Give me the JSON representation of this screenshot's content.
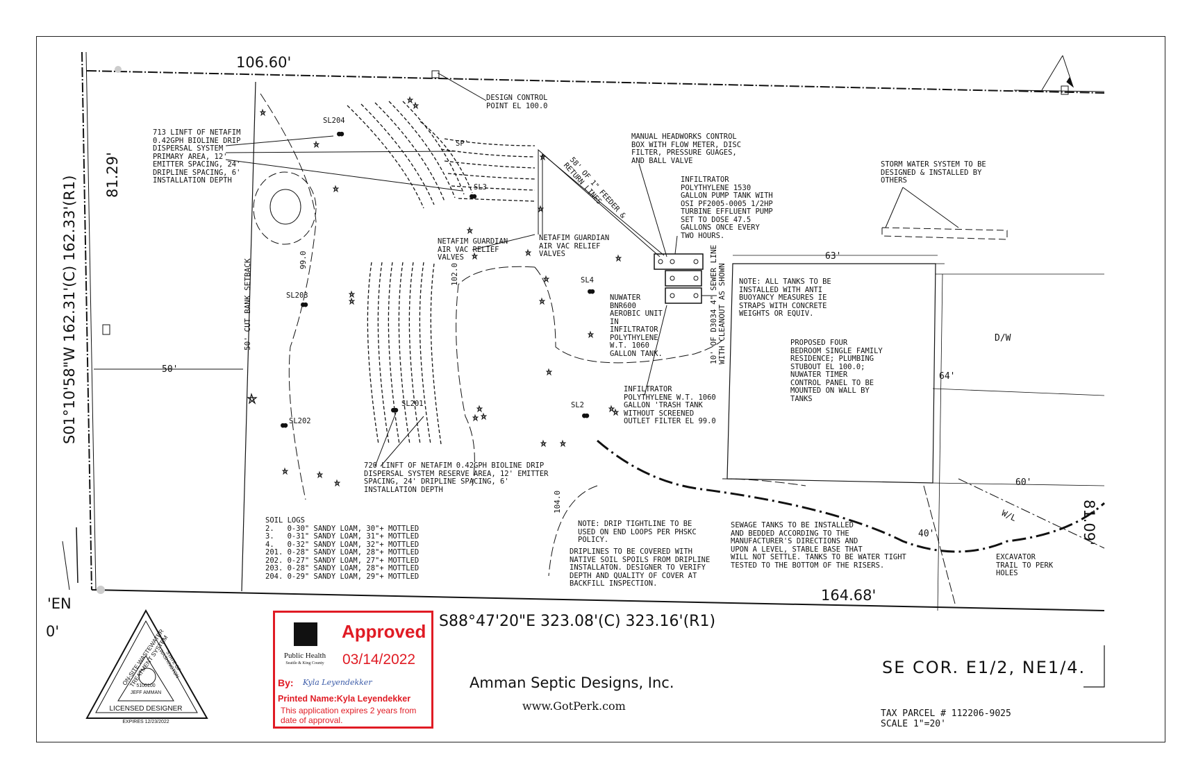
{
  "boundary": {
    "north_dim": "106.60'",
    "west_bearing": "S01°10'58\"W 162.31'(C) 162.33'(R1)",
    "west_dim": "81.29'",
    "south_bearing": "S88°47'20\"E 323.08'(C) 323.16'(R1)",
    "south_dim": "164.68'",
    "east_dim": "81.09'",
    "corner_label": "SE COR. E1/2, NE1/4.",
    "sw_fragment_1": "'EN",
    "sw_fragment_2": "0'"
  },
  "dimensions": {
    "setback_50": "50'",
    "house_width": "63'",
    "house_depth": "64'",
    "house_south": "60'",
    "tank_offset": "40'",
    "dim_10": "10'",
    "feeder_sp": "SP'"
  },
  "contours": {
    "c99": "99.0",
    "c102": "102.0",
    "c104": "104.0"
  },
  "setback_label": "50' CUT BANK SETBACK",
  "feeder_label": "58' OF 1\" FEEDER &\nRETURN LINES",
  "sewer_label": "10' OF D3034 4\" SEWER LINE\nWITH CLEANOUT AS SHOWN",
  "notes": {
    "design_control": "DESIGN CONTROL\nPOINT EL 100.0",
    "primary_area": "713 LINFT OF NETAFIM\n0.42GPH BIOLINE DRIP\nDISPERSAL SYSTEM\nPRIMARY AREA, 12'\nEMITTER SPACING, 24'\nDRIPLINE SPACING, 6'\nINSTALLATION DEPTH",
    "headworks": "MANUAL HEADWORKS CONTROL\nBOX WITH FLOW METER, DISC\nFILTER, PRESSURE GUAGES,\nAND BALL VALVE",
    "pump_tank": "INFILTRATOR\nPOLYTHYLENE 1530\nGALLON PUMP TANK WITH\nOSI PF2005-0005 1/2HP\nTURBINE EFFLUENT PUMP\nSET TO DOSE 47.5\nGALLONS ONCE EVERY\nTWO HOURS.",
    "storm": "STORM WATER SYSTEM TO BE\nDESIGNED & INSTALLED BY\nOTHERS",
    "valves_left": "NETAFIM GUARDIAN\nAIR VAC RELIEF\nVALVES",
    "valves_right": "NETAFIM GUARDIAN\nAIR VAC RELIEF\nVALVES",
    "nuwater": "NUWATER\nBNR600\nAEROBIC UNIT\nIN\nINFILTRATOR\nPOLYTHYLENE\nW.T. 1060\nGALLON TANK.",
    "anti_buoyancy": "NOTE: ALL TANKS TO BE\nINSTALLED WITH ANTI\nBUOYANCY MEASURES IE\nSTRAPS WITH CONCRETE\nWEIGHTS OR EQUIV.",
    "residence": "PROPOSED FOUR\nBEDROOM SINGLE FAMILY\nRESIDENCE; PLUMBING\nSTUBOUT EL 100.0;\nNUWATER TIMER\nCONTROL PANEL TO BE\nMOUNTED ON WALL BY\nTANKS",
    "driveway": "D/W",
    "trash_tank": "INFILTRATOR\nPOLYTHYLENE W.T. 1060\nGALLON 'TRASH TANK\nWITHOUT SCREENED\nOUTLET FILTER EL 99.0",
    "reserve_area": "720 LINFT OF NETAFIM 0.42GPH BIOLINE DRIP\nDISPERSAL SYSTEM RESERVE AREA, 12' EMITTER\nSPACING, 24' DRIPLINE SPACING, 6'\nINSTALLATION DEPTH",
    "soil_logs": "SOIL LOGS\n2.   0-30\" SANDY LOAM, 30\"+ MOTTLED\n3.   0-31\" SANDY LOAM, 31\"+ MOTTLED\n4.   0-32\" SANDY LOAM, 32\"+ MOTTLED\n201. 0-28\" SANDY LOAM, 28\"+ MOTTLED\n202. 0-27\" SANDY LOAM, 27\"+ MOTTLED\n203. 0-28\" SANDY LOAM, 28\"+ MOTTLED\n204. 0-29\" SANDY LOAM, 29\"+ MOTTLED",
    "tightline": "NOTE: DRIP TIGHTLINE TO BE\nUSED ON END LOOPS PER PHSKC\nPOLICY.",
    "driplines_cover": "DRIPLINES TO BE COVERED WITH\nNATIVE SOIL SPOILS FROM DRIPLINE\nINSTALLATON. DESIGNER TO VERIFY\nDEPTH AND QUALITY OF COVER AT\nBACKFILL INSPECTION.",
    "sewage_tanks": "SEWAGE TANKS TO BE INSTALLED\nAND BEDDED ACCORDING TO THE\nMANUFACTURER'S DIRECTIONS AND\nUPON A LEVEL, STABLE BASE THAT\nWILL NOT SETTLE. TANKS TO BE WATER TIGHT\nTESTED TO THE BOTTOM OF THE RISERS.",
    "excavator": "EXCAVATOR\nTRAIL TO PERK\nHOLES",
    "water_line": "W/L"
  },
  "soil_log_markers": [
    "SL204",
    "SL3",
    "SL203",
    "SL4",
    "SL201",
    "SL2",
    "SL202"
  ],
  "stamp": {
    "agency": "Public Health",
    "agency_sub": "Seattle & King County",
    "status": "Approved",
    "date": "03/14/2022",
    "by_label": "By:",
    "signature": "Kyla Leyendekker",
    "printed_name": "Printed Name:Kyla Leyendekker",
    "expiry": "This application expires 2 years from date of approval.",
    "border_color": "#e01b24"
  },
  "designer_seal": {
    "arc_text": "ON-SITE WASTEWATER TREATMENT SYSTEM",
    "state": "STATE OF WASHINGTON",
    "license": "5100100",
    "name": "JEFF AMMAN",
    "title": "LICENSED DESIGNER",
    "expires": "EXPIRES 12/23/2022"
  },
  "company": "Amman Septic Designs, Inc.",
  "website": "www.GotPerk.com",
  "tax_parcel": "TAX PARCEL # 112206-9025",
  "scale": "SCALE 1\"=20'"
}
